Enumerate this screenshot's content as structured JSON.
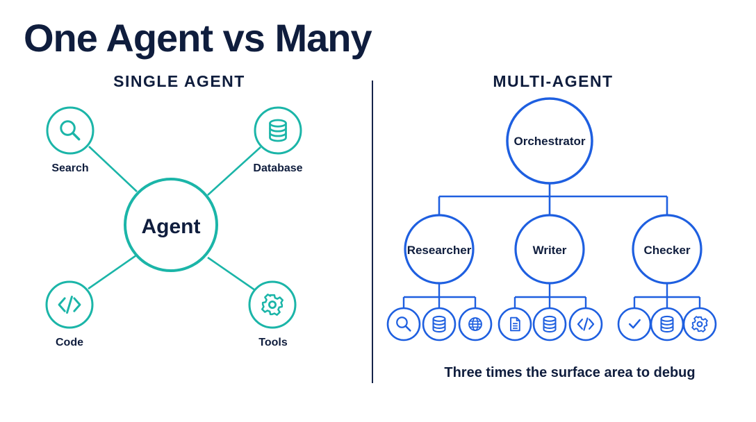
{
  "title": "One Agent vs Many",
  "single": {
    "heading": "SINGLE AGENT",
    "center": "Agent",
    "tools": [
      {
        "label": "Search",
        "icon": "search-icon"
      },
      {
        "label": "Database",
        "icon": "database-icon"
      },
      {
        "label": "Code",
        "icon": "code-icon"
      },
      {
        "label": "Tools",
        "icon": "gear-icon"
      }
    ]
  },
  "multi": {
    "heading": "MULTI-AGENT",
    "orchestrator": "Orchestrator",
    "agents": [
      {
        "label": "Researcher",
        "tools": [
          "search-icon",
          "database-icon",
          "globe-icon"
        ]
      },
      {
        "label": "Writer",
        "tools": [
          "document-icon",
          "database-icon",
          "code-icon"
        ]
      },
      {
        "label": "Checker",
        "tools": [
          "check-icon",
          "database-icon",
          "gear-icon"
        ]
      }
    ],
    "caption": "Three times the surface area to debug"
  },
  "colors": {
    "teal": "#1bb5a8",
    "blue": "#1e5fe0",
    "navy": "#0f1d3d"
  }
}
